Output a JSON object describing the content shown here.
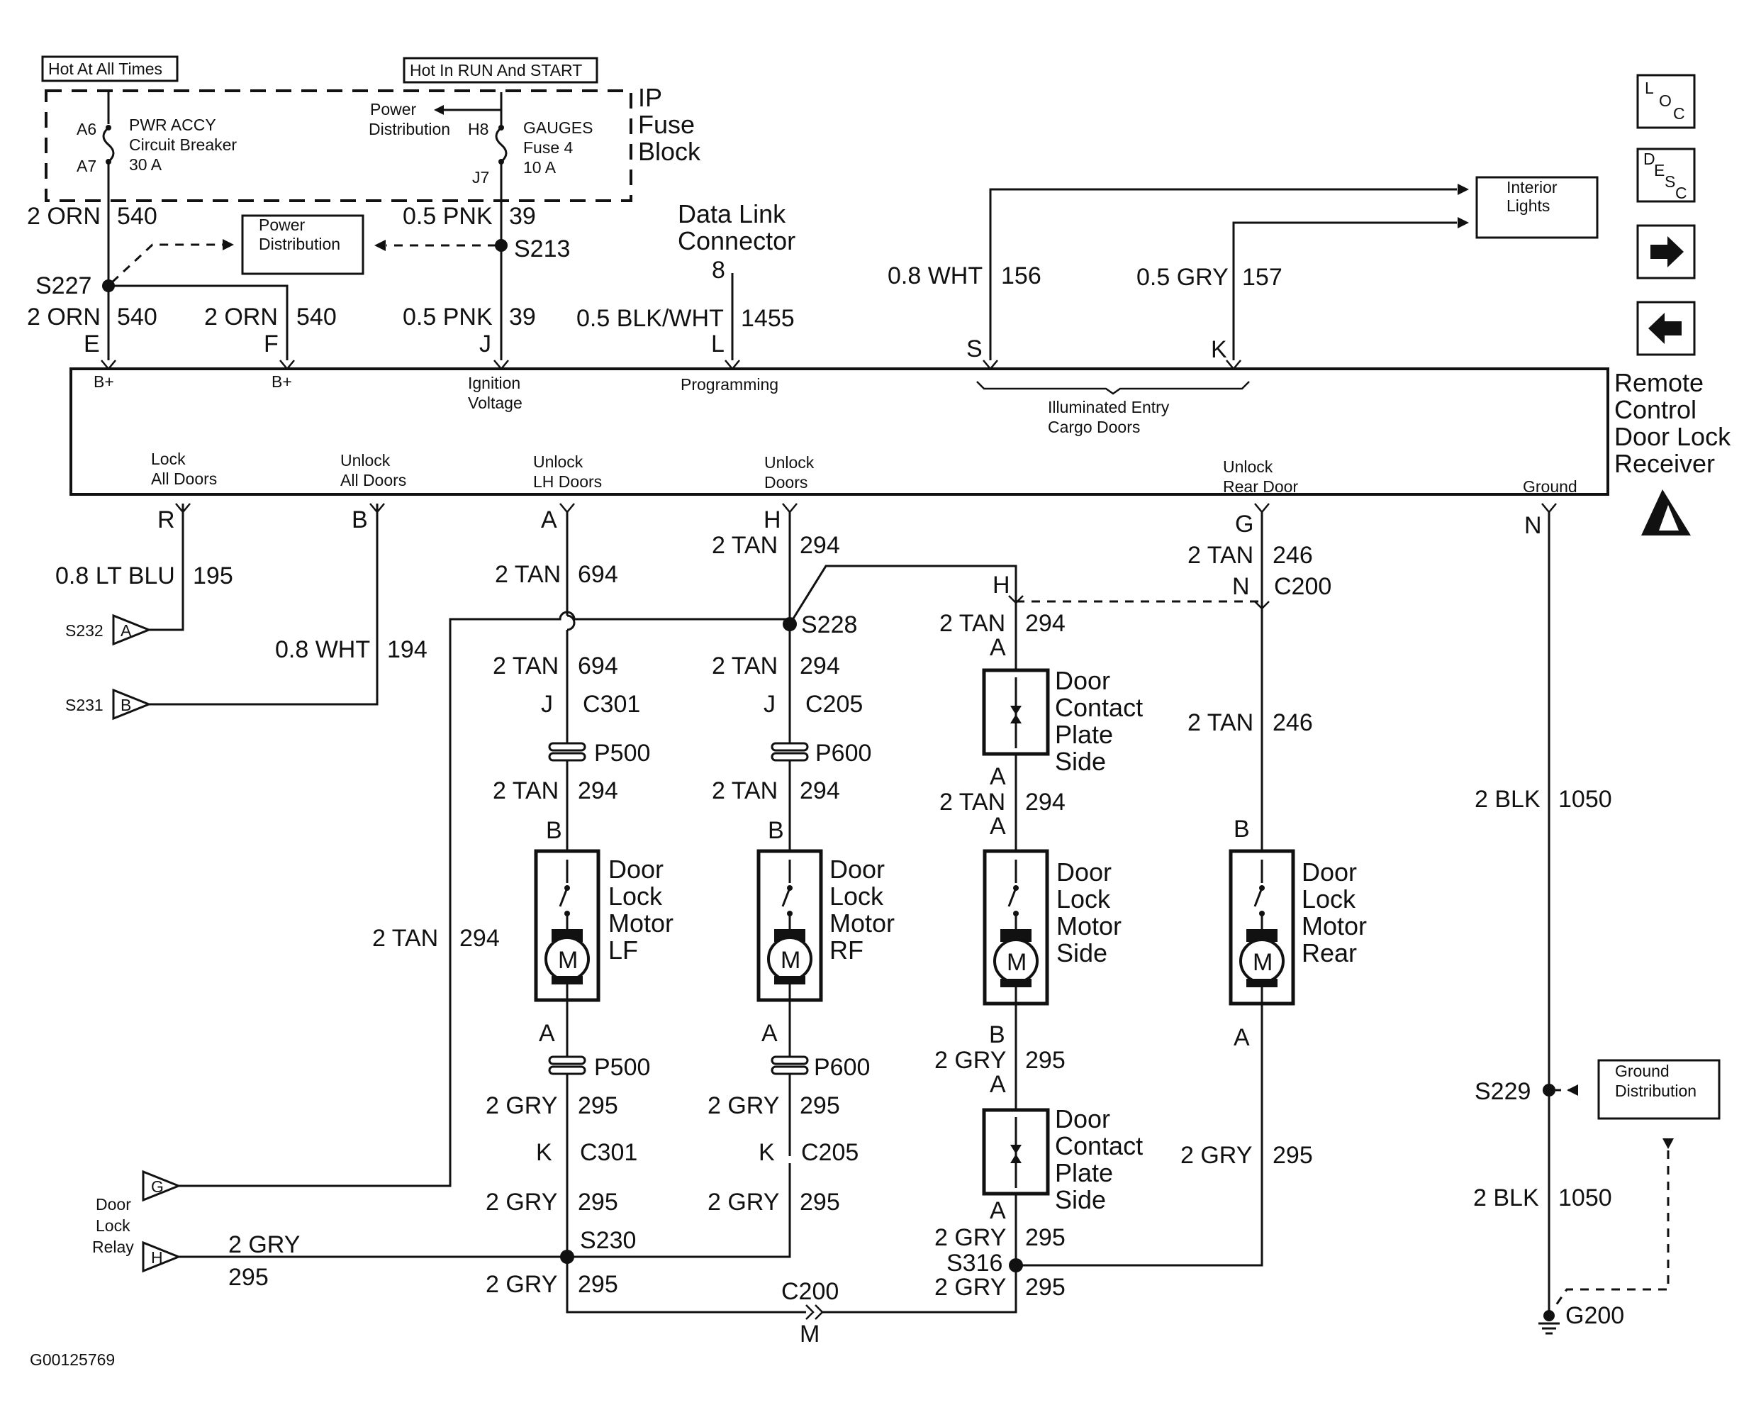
{
  "figure_id": "G00125769",
  "power": {
    "hot_all_times": "Hot At All Times",
    "hot_run_start": "Hot In RUN And START",
    "fuse_block": [
      "IP",
      "Fuse",
      "Block"
    ],
    "breaker": [
      "PWR ACCY",
      "Circuit Breaker",
      "30 A"
    ],
    "breaker_pins": [
      "A6",
      "A7"
    ],
    "fuse": [
      "GAUGES",
      "Fuse 4",
      "10 A"
    ],
    "fuse_pins": [
      "H8",
      "J7"
    ],
    "power_dist_arrow": [
      "Power",
      "Distribution"
    ],
    "power_dist_box": [
      "Power",
      "Distribution"
    ]
  },
  "dlc": [
    "Data Link",
    "Connector"
  ],
  "dlc_pin": "8",
  "interior_lights": [
    "Interior",
    "Lights"
  ],
  "receiver": {
    "name": [
      "Remote",
      "Control",
      "Door Lock",
      "Receiver"
    ],
    "top_pins": [
      {
        "pin": "E",
        "label": [
          "B+"
        ]
      },
      {
        "pin": "F",
        "label": [
          "B+"
        ]
      },
      {
        "pin": "J",
        "label": [
          "Ignition",
          "Voltage"
        ]
      },
      {
        "pin": "L",
        "label": [
          "Programming"
        ]
      },
      {
        "pin": "S",
        "label": []
      },
      {
        "pin": "K",
        "label": []
      }
    ],
    "illuminated": [
      "Illuminated Entry",
      "Cargo Doors"
    ],
    "bottom_pins": [
      {
        "pin": "R",
        "label": [
          "Lock",
          "All Doors"
        ]
      },
      {
        "pin": "B",
        "label": [
          "Unlock",
          "All Doors"
        ]
      },
      {
        "pin": "A",
        "label": [
          "Unlock",
          "LH Doors"
        ]
      },
      {
        "pin": "H",
        "label": [
          "Unlock",
          "Doors"
        ]
      },
      {
        "pin": "G",
        "label": [
          "Unlock",
          "Rear Door"
        ]
      },
      {
        "pin": "N",
        "label": [
          "Ground"
        ]
      }
    ]
  },
  "wires": {
    "w540a": [
      "2 ORN",
      "540"
    ],
    "w540b": [
      "2 ORN",
      "540"
    ],
    "w540c": [
      "2 ORN",
      "540"
    ],
    "w39a": [
      "0.5 PNK",
      "39"
    ],
    "w39b": [
      "0.5 PNK",
      "39"
    ],
    "w1455": [
      "0.5 BLK/WHT",
      "1455"
    ],
    "w156": [
      "0.8 WHT",
      "156"
    ],
    "w157": [
      "0.5 GRY",
      "157"
    ],
    "w195": [
      "0.8 LT BLU",
      "195"
    ],
    "w194": [
      "0.8 WHT",
      "194"
    ],
    "w694a": [
      "2 TAN",
      "694"
    ],
    "w694b": [
      "2 TAN",
      "694"
    ],
    "w294h": [
      "2 TAN",
      "294"
    ],
    "w294c205": [
      "2 TAN",
      "294"
    ],
    "w294p500": [
      "2 TAN",
      "294"
    ],
    "w294p600": [
      "2 TAN",
      "294"
    ],
    "w294long": [
      "2 TAN",
      "294"
    ],
    "w294side1": [
      "2 TAN",
      "294"
    ],
    "w294side2": [
      "2 TAN",
      "294"
    ],
    "w246a": [
      "2 TAN",
      "246"
    ],
    "w246b": [
      "2 TAN",
      "246"
    ],
    "w295lf1": [
      "2 GRY",
      "295"
    ],
    "w295lf2": [
      "2 GRY",
      "295"
    ],
    "w295lf3": [
      "2 GRY",
      "295"
    ],
    "w295rf1": [
      "2 GRY",
      "295"
    ],
    "w295rf2": [
      "2 GRY",
      "295"
    ],
    "w295relay": [
      "2 GRY",
      "295"
    ],
    "w295side1": [
      "2 GRY",
      "295"
    ],
    "w295side2": [
      "2 GRY",
      "295"
    ],
    "w295side3": [
      "2 GRY",
      "295"
    ],
    "w295rear": [
      "2 GRY",
      "295"
    ],
    "w1050a": [
      "2 BLK",
      "1050"
    ],
    "w1050b": [
      "2 BLK",
      "1050"
    ]
  },
  "splices": [
    "S227",
    "S213",
    "S230",
    "S228",
    "S316",
    "S229",
    "S232",
    "S231"
  ],
  "connectors": {
    "c301a": [
      "J",
      "C301"
    ],
    "c205a": [
      "J",
      "C205"
    ],
    "c301b": [
      "K",
      "C301"
    ],
    "c205b": [
      "K",
      "C205"
    ],
    "p500": "P500",
    "p600": "P600",
    "c200top": [
      "N",
      "C200"
    ],
    "c200bot": [
      "C200",
      "M"
    ],
    "hpin": "H"
  },
  "motors": [
    {
      "name": [
        "Door",
        "Lock",
        "Motor",
        "LF"
      ],
      "top": "B",
      "bottom": "A"
    },
    {
      "name": [
        "Door",
        "Lock",
        "Motor",
        "RF"
      ],
      "top": "B",
      "bottom": "A"
    },
    {
      "name": [
        "Door",
        "Lock",
        "Motor",
        "Side"
      ],
      "top": "A",
      "bottom": "B"
    },
    {
      "name": [
        "Door",
        "Lock",
        "Motor",
        "Rear"
      ],
      "top": "B",
      "bottom": "A"
    }
  ],
  "motor_glyph": "M",
  "plates": [
    {
      "name": [
        "Door",
        "Contact",
        "Plate",
        "Side"
      ],
      "top": "A",
      "bottom": "A"
    },
    {
      "name": [
        "Door",
        "Contact",
        "Plate",
        "Side"
      ],
      "top": "A",
      "bottom": "A"
    }
  ],
  "relay": {
    "name": [
      "Door",
      "Lock",
      "Relay"
    ],
    "pins": [
      "G",
      "H"
    ]
  },
  "sensor_pins": [
    "A",
    "B"
  ],
  "ground": {
    "dist": [
      "Ground",
      "Distribution"
    ],
    "point": "G200"
  },
  "nav": {
    "loc": [
      "L",
      "O",
      "C"
    ],
    "desc": [
      "D",
      "E",
      "S",
      "C"
    ]
  }
}
